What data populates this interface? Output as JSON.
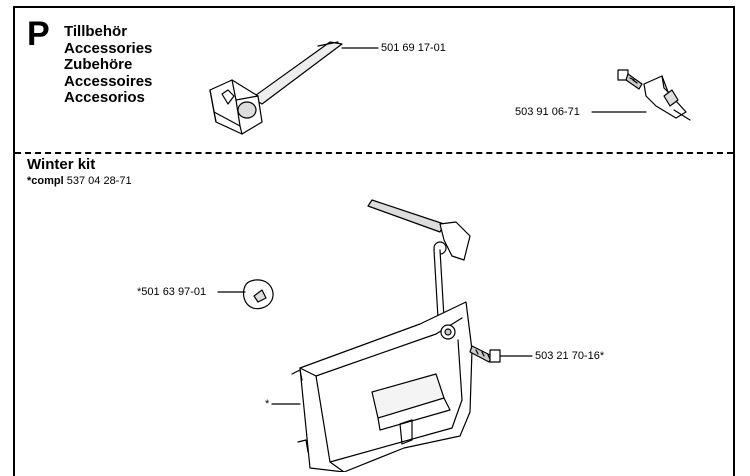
{
  "header": {
    "section_letter": "P",
    "titles": [
      "Tillbehör",
      "Accessories",
      "Zubehöre",
      "Accessoires",
      "Accesorios"
    ]
  },
  "winter_kit": {
    "title": "Winter kit",
    "compl_prefix": "*compl",
    "compl_number": "537 04 28-71"
  },
  "parts": {
    "combination_spanner": "501 69 17-01",
    "bracket_screw": "503 91 06-71",
    "plug": "*501 63 97-01",
    "cover_screw": "503 21 70-16*",
    "cover_star": "*"
  }
}
